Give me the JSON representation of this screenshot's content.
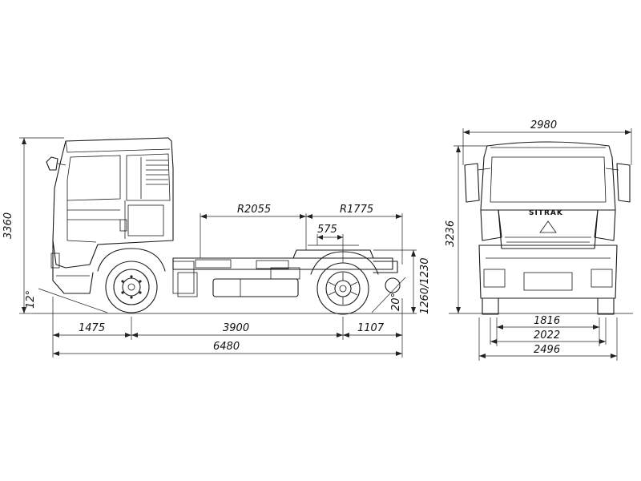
{
  "dimensions": {
    "side_height": "3360",
    "approach_angle": "12°",
    "front_overhang": "1475",
    "wheelbase": "3900",
    "rear_overhang": "1107",
    "overall_length": "6480",
    "front_radius": "R2055",
    "rear_radius": "R1775",
    "fifth_wheel_offset": "575",
    "coupling_height": "1260/1230",
    "departure_angle": "20°",
    "overall_width": "2980",
    "front_height": "3236",
    "front_track": "1816",
    "rear_track": "2022",
    "body_width": "2496"
  },
  "branding": {
    "grille_logo": "SITRAK"
  }
}
